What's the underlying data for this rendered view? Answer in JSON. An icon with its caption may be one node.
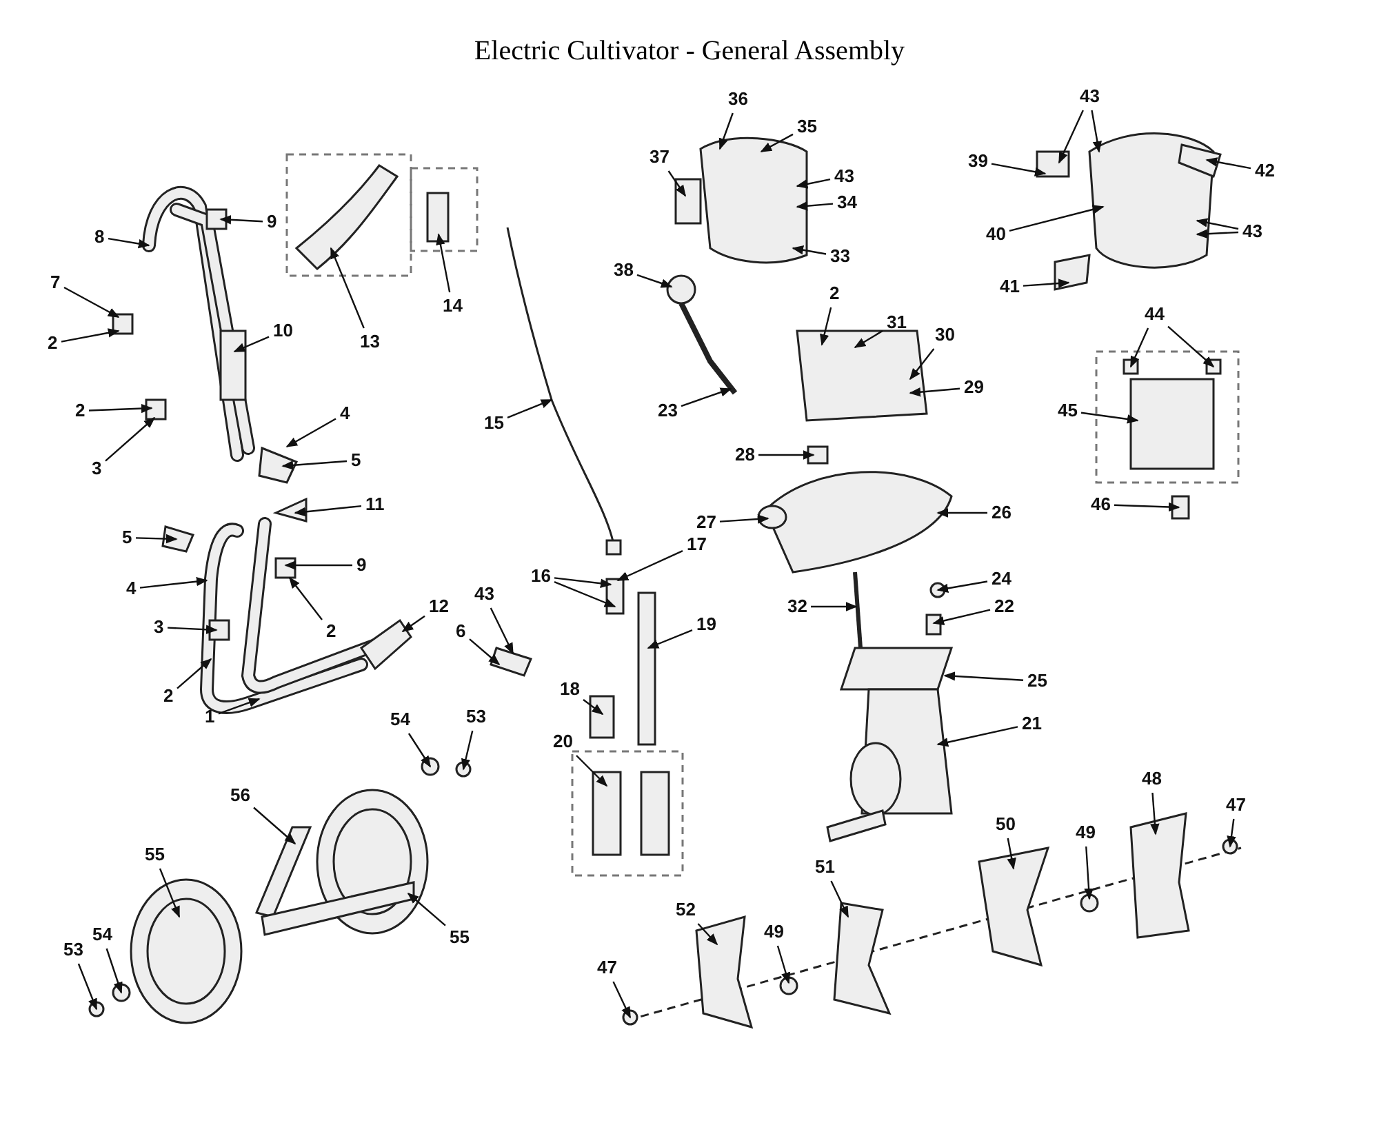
{
  "diagram": {
    "title": "Electric Cultivator - General Assembly",
    "nodes": [
      {
        "text": [
          "8"
        ]
      },
      {
        "text": [
          "9"
        ]
      },
      {
        "text": [
          "7"
        ]
      },
      {
        "text": [
          "2"
        ]
      },
      {
        "text": [
          "10"
        ]
      },
      {
        "text": [
          "2"
        ]
      },
      {
        "text": [
          "3"
        ]
      },
      {
        "text": [
          "4"
        ]
      },
      {
        "text": [
          "5"
        ]
      },
      {
        "text": [
          "11"
        ]
      },
      {
        "text": [
          "5"
        ]
      },
      {
        "text": [
          "9"
        ]
      },
      {
        "text": [
          "2"
        ]
      },
      {
        "text": [
          "4"
        ]
      },
      {
        "text": [
          "3"
        ]
      },
      {
        "text": [
          "12"
        ]
      },
      {
        "text": [
          "2"
        ]
      },
      {
        "text": [
          "1"
        ]
      },
      {
        "text": [
          "13"
        ]
      },
      {
        "text": [
          "14"
        ]
      },
      {
        "text": [
          "15"
        ]
      },
      {
        "text": [
          "43"
        ]
      },
      {
        "text": [
          "6"
        ]
      },
      {
        "text": [
          "16"
        ]
      },
      {
        "text": [
          "17"
        ]
      },
      {
        "text": [
          "19"
        ]
      },
      {
        "text": [
          "18"
        ]
      },
      {
        "text": [
          "20"
        ]
      },
      {
        "text": [
          "37"
        ]
      },
      {
        "text": [
          "36"
        ]
      },
      {
        "text": [
          "35"
        ]
      },
      {
        "text": [
          "43"
        ]
      },
      {
        "text": [
          "34"
        ]
      },
      {
        "text": [
          "33"
        ]
      },
      {
        "text": [
          "38"
        ]
      },
      {
        "text": [
          "2"
        ]
      },
      {
        "text": [
          "31"
        ]
      },
      {
        "text": [
          "30"
        ]
      },
      {
        "text": [
          "29"
        ]
      },
      {
        "text": [
          "23"
        ]
      },
      {
        "text": [
          "28"
        ]
      },
      {
        "text": [
          "27"
        ]
      },
      {
        "text": [
          "26"
        ]
      },
      {
        "text": [
          "32"
        ]
      },
      {
        "text": [
          "24"
        ]
      },
      {
        "text": [
          "22"
        ]
      },
      {
        "text": [
          "25"
        ]
      },
      {
        "text": [
          "21"
        ]
      },
      {
        "text": [
          "39"
        ]
      },
      {
        "text": [
          "43"
        ]
      },
      {
        "text": [
          "42"
        ]
      },
      {
        "text": [
          "40"
        ]
      },
      {
        "text": [
          "43"
        ]
      },
      {
        "text": [
          "41"
        ]
      },
      {
        "text": [
          "44"
        ]
      },
      {
        "text": [
          "45"
        ]
      },
      {
        "text": [
          "46"
        ]
      },
      {
        "text": [
          "53"
        ]
      },
      {
        "text": [
          "54"
        ]
      },
      {
        "text": [
          "56"
        ]
      },
      {
        "text": [
          "55"
        ]
      },
      {
        "text": [
          "55"
        ]
      },
      {
        "text": [
          "53"
        ]
      },
      {
        "text": [
          "54"
        ]
      },
      {
        "text": [
          "52"
        ]
      },
      {
        "text": [
          "47"
        ]
      },
      {
        "text": [
          "49"
        ]
      },
      {
        "text": [
          "51"
        ]
      },
      {
        "text": [
          "50"
        ]
      },
      {
        "text": [
          "49"
        ]
      },
      {
        "text": [
          "48"
        ]
      },
      {
        "text": [
          "47"
        ]
      }
    ],
    "edges": [
      {
        "from": 0,
        "to": null,
        "arrow": "to"
      },
      {
        "from": 1,
        "to": null,
        "arrow": "to"
      },
      {
        "from": 2,
        "to": null,
        "arrow": "to"
      },
      {
        "from": 3,
        "to": null,
        "arrow": "to"
      },
      {
        "from": 4,
        "to": null,
        "arrow": "to"
      },
      {
        "from": 5,
        "to": null,
        "arrow": "to"
      },
      {
        "from": 6,
        "to": null,
        "arrow": "to"
      },
      {
        "from": 7,
        "to": null,
        "arrow": "to"
      },
      {
        "from": 8,
        "to": null,
        "arrow": "to"
      },
      {
        "from": 9,
        "to": null,
        "arrow": "to"
      },
      {
        "from": 10,
        "to": null,
        "arrow": "to"
      },
      {
        "from": 11,
        "to": null,
        "arrow": "to"
      },
      {
        "from": 12,
        "to": null,
        "arrow": "to"
      },
      {
        "from": 13,
        "to": null,
        "arrow": "to"
      },
      {
        "from": 14,
        "to": null,
        "arrow": "to"
      },
      {
        "from": 15,
        "to": null,
        "arrow": "to"
      },
      {
        "from": 16,
        "to": null,
        "arrow": "to"
      },
      {
        "from": 17,
        "to": null,
        "arrow": "to"
      },
      {
        "from": 18,
        "to": null,
        "arrow": "to"
      },
      {
        "from": 19,
        "to": null,
        "arrow": "to"
      },
      {
        "from": 20,
        "to": null,
        "arrow": "to"
      },
      {
        "from": 21,
        "to": null,
        "arrow": "to"
      },
      {
        "from": 22,
        "to": null,
        "arrow": "to"
      },
      {
        "from": 23,
        "to": null,
        "arrow": "to"
      },
      {
        "from": 23,
        "to": null,
        "arrow": "to"
      },
      {
        "from": 24,
        "to": null,
        "arrow": "to"
      },
      {
        "from": 25,
        "to": null,
        "arrow": "to"
      },
      {
        "from": 26,
        "to": null,
        "arrow": "to"
      },
      {
        "from": 27,
        "to": null,
        "arrow": "to"
      },
      {
        "from": 28,
        "to": null,
        "arrow": "to"
      },
      {
        "from": 29,
        "to": null,
        "arrow": "to"
      },
      {
        "from": 30,
        "to": null,
        "arrow": "to"
      },
      {
        "from": 31,
        "to": null,
        "arrow": "to"
      },
      {
        "from": 32,
        "to": null,
        "arrow": "to"
      },
      {
        "from": 33,
        "to": null,
        "arrow": "to"
      },
      {
        "from": 34,
        "to": null,
        "arrow": "to"
      },
      {
        "from": 35,
        "to": null,
        "arrow": "to"
      },
      {
        "from": 36,
        "to": null,
        "arrow": "to"
      },
      {
        "from": 37,
        "to": null,
        "arrow": "to"
      },
      {
        "from": 38,
        "to": null,
        "arrow": "to"
      },
      {
        "from": 39,
        "to": null,
        "arrow": "to"
      },
      {
        "from": 40,
        "to": null,
        "arrow": "to"
      },
      {
        "from": 41,
        "to": null,
        "arrow": "to"
      },
      {
        "from": 42,
        "to": null,
        "arrow": "to"
      },
      {
        "from": 43,
        "to": null,
        "arrow": "to"
      },
      {
        "from": 44,
        "to": null,
        "arrow": "to"
      },
      {
        "from": 45,
        "to": null,
        "arrow": "to"
      },
      {
        "from": 46,
        "to": null,
        "arrow": "to"
      },
      {
        "from": 47,
        "to": null,
        "arrow": "to"
      },
      {
        "from": 48,
        "to": null,
        "arrow": "to"
      },
      {
        "from": 49,
        "to": null,
        "arrow": "to"
      },
      {
        "from": 49,
        "to": null,
        "arrow": "to"
      },
      {
        "from": 50,
        "to": null,
        "arrow": "to"
      },
      {
        "from": 51,
        "to": null,
        "arrow": "to"
      },
      {
        "from": 52,
        "to": null,
        "arrow": "to"
      },
      {
        "from": 52,
        "to": null,
        "arrow": "to"
      },
      {
        "from": 53,
        "to": null,
        "arrow": "to"
      },
      {
        "from": 54,
        "to": null,
        "arrow": "to"
      },
      {
        "from": 54,
        "to": null,
        "arrow": "to"
      },
      {
        "from": 55,
        "to": null,
        "arrow": "to"
      },
      {
        "from": 56,
        "to": null,
        "arrow": "to"
      },
      {
        "from": 57,
        "to": null,
        "arrow": "to"
      },
      {
        "from": 58,
        "to": null,
        "arrow": "to"
      },
      {
        "from": 59,
        "to": null,
        "arrow": "to"
      },
      {
        "from": 60,
        "to": null,
        "arrow": "to"
      },
      {
        "from": 61,
        "to": null,
        "arrow": "to"
      },
      {
        "from": 62,
        "to": null,
        "arrow": "to"
      },
      {
        "from": 63,
        "to": null,
        "arrow": "to"
      },
      {
        "from": 64,
        "to": null,
        "arrow": "to"
      },
      {
        "from": 65,
        "to": null,
        "arrow": "to"
      },
      {
        "from": 66,
        "to": null,
        "arrow": "to"
      },
      {
        "from": 67,
        "to": null,
        "arrow": "to"
      },
      {
        "from": 68,
        "to": null,
        "arrow": "to"
      },
      {
        "from": 69,
        "to": null,
        "arrow": "to"
      },
      {
        "from": 70,
        "to": null,
        "arrow": "to"
      },
      {
        "from": 71,
        "to": null,
        "arrow": "to"
      }
    ]
  }
}
